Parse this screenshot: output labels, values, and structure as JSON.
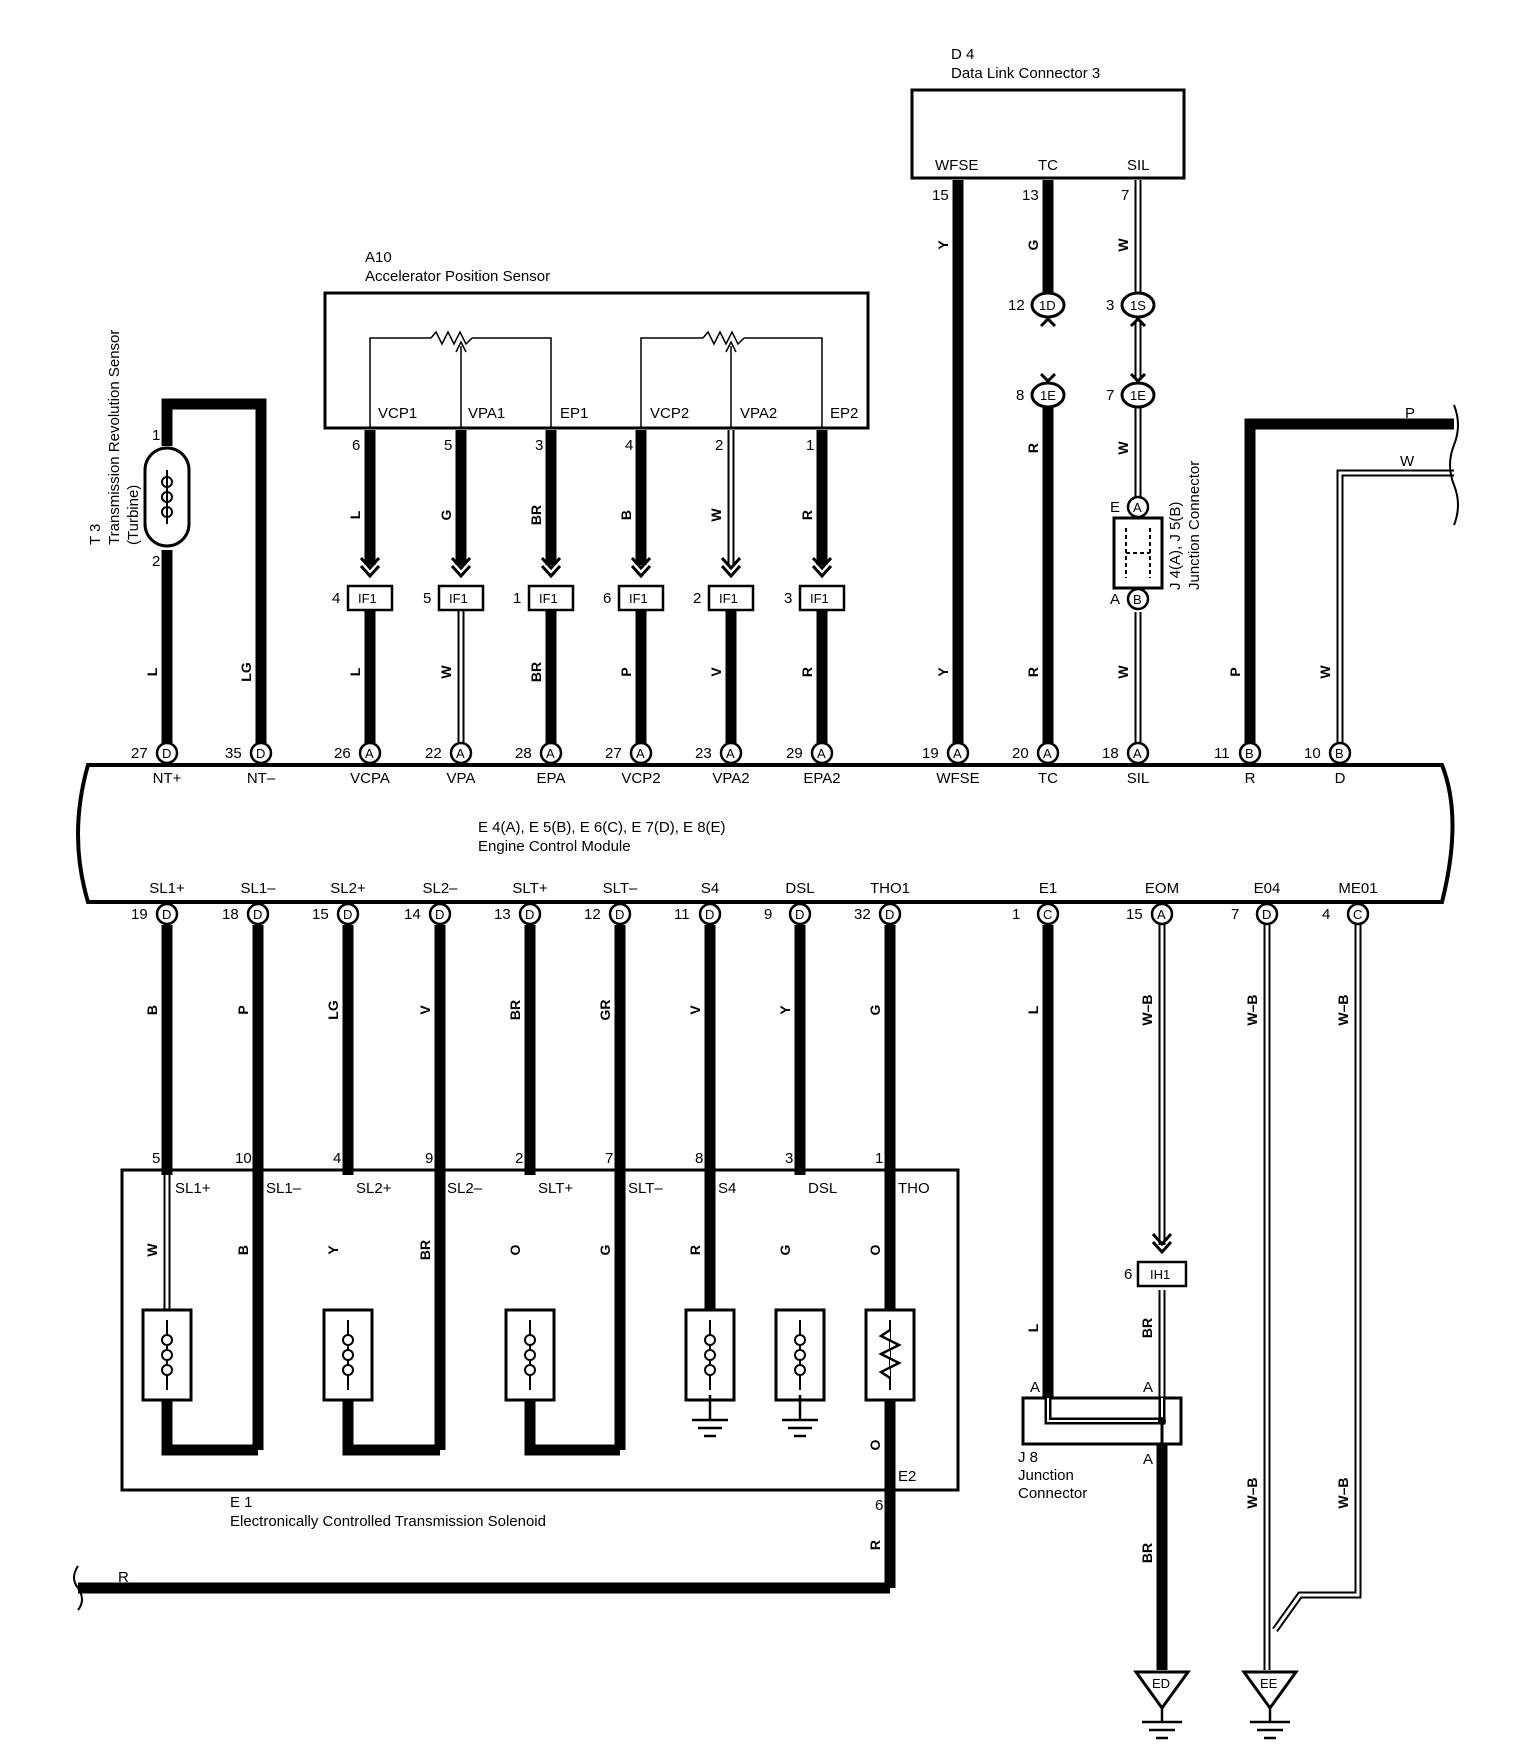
{
  "components": {
    "d4": {
      "id": "D 4",
      "name": "Data Link Connector 3",
      "terminals": [
        "WFSE",
        "TC",
        "SIL"
      ],
      "pins": [
        "15",
        "13",
        "7"
      ]
    },
    "a10": {
      "id": "A10",
      "name": "Accelerator Position Sensor",
      "terminals": [
        "VCP1",
        "VPA1",
        "EP1",
        "VCP2",
        "VPA2",
        "EP2"
      ],
      "pins": [
        "6",
        "5",
        "3",
        "4",
        "2",
        "1"
      ]
    },
    "t3": {
      "id": "T 3",
      "name_line1": "Transmission Revolution Sensor",
      "name_line2": "(Turbine)",
      "pins": [
        "1",
        "2"
      ]
    },
    "j4j5": {
      "id": "J 4(A), J 5(B)",
      "name": "Junction Connector",
      "pin_e": "E",
      "pin_a": "A",
      "letter_a": "A",
      "letter_b": "B"
    },
    "ecm": {
      "ids": "E 4(A), E 5(B), E 6(C), E 7(D), E 8(E)",
      "name": "Engine Control Module"
    },
    "e1": {
      "id": "E 1",
      "name": "Electronically Controlled Transmission Solenoid",
      "terminals": [
        "SL1+",
        "SL1–",
        "SL2+",
        "SL2–",
        "SLT+",
        "SLT–",
        "S4",
        "DSL",
        "THO",
        "E2"
      ],
      "pins": [
        "5",
        "10",
        "4",
        "9",
        "2",
        "7",
        "8",
        "3",
        "1",
        "6"
      ]
    },
    "j8": {
      "id": "J 8",
      "name_line1": "Junction",
      "name_line2": "Connector",
      "pin_a": "A"
    }
  },
  "ecm_top": [
    {
      "pin": "27",
      "conn": "D",
      "term": "NT+"
    },
    {
      "pin": "35",
      "conn": "D",
      "term": "NT–"
    },
    {
      "pin": "26",
      "conn": "A",
      "term": "VCPA"
    },
    {
      "pin": "22",
      "conn": "A",
      "term": "VPA"
    },
    {
      "pin": "28",
      "conn": "A",
      "term": "EPA"
    },
    {
      "pin": "27",
      "conn": "A",
      "term": "VCP2"
    },
    {
      "pin": "23",
      "conn": "A",
      "term": "VPA2"
    },
    {
      "pin": "29",
      "conn": "A",
      "term": "EPA2"
    },
    {
      "pin": "19",
      "conn": "A",
      "term": "WFSE"
    },
    {
      "pin": "20",
      "conn": "A",
      "term": "TC"
    },
    {
      "pin": "18",
      "conn": "A",
      "term": "SIL"
    },
    {
      "pin": "11",
      "conn": "B",
      "term": "R"
    },
    {
      "pin": "10",
      "conn": "B",
      "term": "D"
    }
  ],
  "ecm_bottom": [
    {
      "pin": "19",
      "conn": "D",
      "term": "SL1+"
    },
    {
      "pin": "18",
      "conn": "D",
      "term": "SL1–"
    },
    {
      "pin": "15",
      "conn": "D",
      "term": "SL2+"
    },
    {
      "pin": "14",
      "conn": "D",
      "term": "SL2–"
    },
    {
      "pin": "13",
      "conn": "D",
      "term": "SLT+"
    },
    {
      "pin": "12",
      "conn": "D",
      "term": "SLT–"
    },
    {
      "pin": "11",
      "conn": "D",
      "term": "S4"
    },
    {
      "pin": "9",
      "conn": "D",
      "term": "DSL"
    },
    {
      "pin": "32",
      "conn": "D",
      "term": "THO1"
    },
    {
      "pin": "1",
      "conn": "C",
      "term": "E1"
    },
    {
      "pin": "15",
      "conn": "A",
      "term": "EOM"
    },
    {
      "pin": "7",
      "conn": "D",
      "term": "E04"
    },
    {
      "pin": "4",
      "conn": "C",
      "term": "ME01"
    }
  ],
  "if1": {
    "label": "IF1",
    "pins": [
      "4",
      "5",
      "1",
      "6",
      "2",
      "3"
    ]
  },
  "ih1": {
    "label": "IH1",
    "pin": "6"
  },
  "dlc_junctions": {
    "tc_upper": {
      "pin": "12",
      "label": "1D"
    },
    "tc_lower": {
      "pin": "8",
      "label": "1E"
    },
    "sil_upper": {
      "pin": "3",
      "label": "1S"
    },
    "sil_lower": {
      "pin": "7",
      "label": "1E"
    }
  },
  "grounds": {
    "ed": "ED",
    "ee": "EE"
  },
  "wire_colors": {
    "t3_pos": "L",
    "t3_neg": "LG",
    "a10_upper": [
      "L",
      "G",
      "BR",
      "B",
      "W",
      "R"
    ],
    "a10_lower": [
      "L",
      "W",
      "BR",
      "P",
      "V",
      "R"
    ],
    "wfse_upper": "Y",
    "wfse_lower": "Y",
    "tc_upper": "G",
    "tc_mid": "R",
    "tc_lower": "R",
    "sil_upper": "W",
    "sil_mid": "W",
    "sil_lower": "W",
    "r_wire": "P",
    "d_wire": "W",
    "r_right": "P",
    "d_right": "W",
    "sol_upper": [
      "B",
      "P",
      "LG",
      "V",
      "BR",
      "GR",
      "V",
      "Y",
      "G"
    ],
    "sol_lower": [
      "W",
      "B",
      "Y",
      "BR",
      "O",
      "G",
      "R",
      "G",
      "O"
    ],
    "tho_return": "O",
    "e2_out": "R",
    "r_left": "R",
    "e1_upper": "L",
    "e1_lower": "L",
    "eom_upper": "W–B",
    "eom_lower": "BR",
    "j8_out": "BR",
    "e04_upper": "W–B",
    "e04_lower": "W–B",
    "me01_upper": "W–B",
    "me01_lower": "W–B"
  }
}
